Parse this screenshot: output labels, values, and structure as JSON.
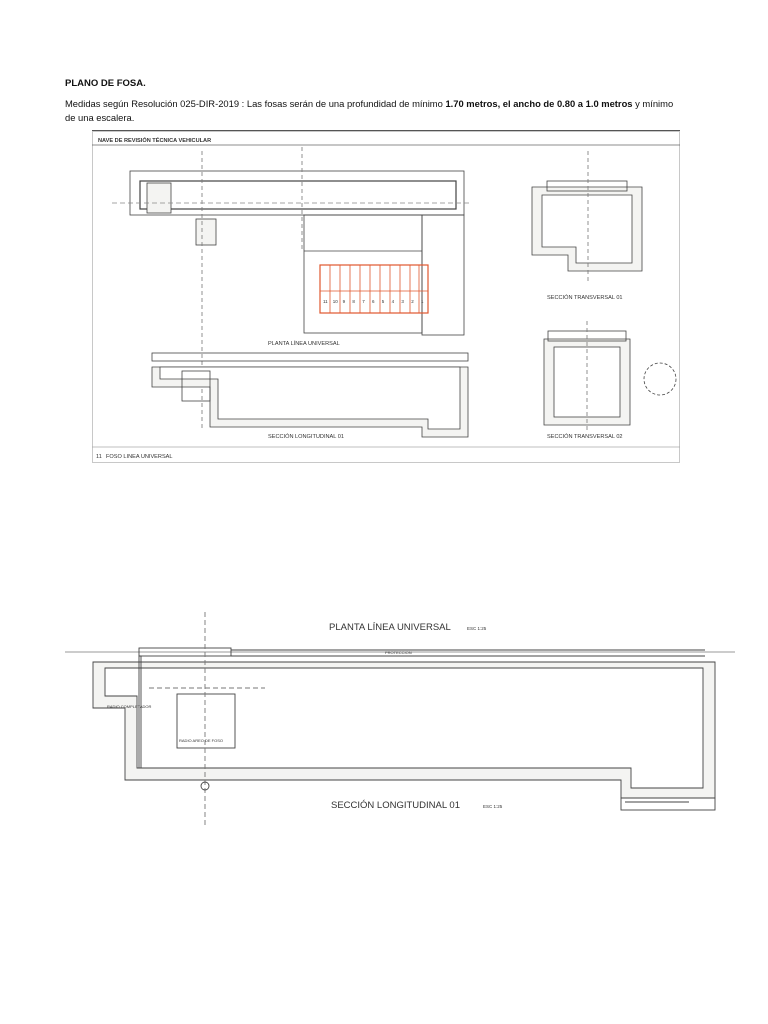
{
  "document": {
    "title": "PLANO DE FOSA.",
    "paragraph": {
      "part1": "Medidas según Resolución 025-DIR-2019 : Las fosas serán de una profundidad de mínimo ",
      "bold1": "1.70 metros, el ancho de 0.80 a 1.0 metros",
      "part2": " y mínimo de una escalera."
    }
  },
  "sheet": {
    "header": "NAVE DE REVISIÓN TÉCNICA VEHICULAR",
    "plan_title": "PLANTA LÍNEA UNIVERSAL",
    "long_section_title": "SECCIÓN LONGITUDINAL 01",
    "trans_section_1": "SECCIÓN TRANSVERSAL 01",
    "trans_section_2": "SECCIÓN TRANSVERSAL 02",
    "footer": "FOSO LINEA UNIVERSAL",
    "footer_num": "11",
    "stair_numbers": [
      "11",
      "10",
      "9",
      "8",
      "7",
      "6",
      "5",
      "4",
      "3",
      "2",
      "1"
    ]
  },
  "detail": {
    "plan_title": "PLANTA LÍNEA UNIVERSAL",
    "plan_scale": "ESC 1:25",
    "section_title": "SECCIÓN LONGITUDINAL 01",
    "section_scale": "ESC 1:25",
    "label_completador": "RADIO COMPLETADOR",
    "label_foso": "RADIO AREO DE FOSO",
    "label_proteccion": "PROTECCION"
  },
  "colors": {
    "line": "#333333",
    "highlight": "#e0572e",
    "concrete": "#f4f4f2"
  }
}
